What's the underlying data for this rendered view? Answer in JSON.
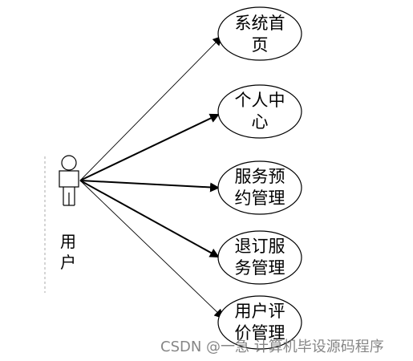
{
  "actor": {
    "label": "用户",
    "icon": "user-actor-icon"
  },
  "use_cases": [
    {
      "line1": "系统首",
      "line2": "页",
      "emphasis": false
    },
    {
      "line1": "个人中",
      "line2": "心",
      "emphasis": true
    },
    {
      "line1": "服务预",
      "line2": "约管理",
      "emphasis": true
    },
    {
      "line1": "退订服",
      "line2": "务管理",
      "emphasis": true
    },
    {
      "line1": "用户评",
      "line2": "价管理",
      "emphasis": false
    }
  ],
  "watermark": "CSDN @一急 计算机毕设源码程序",
  "colors": {
    "line": "#000000",
    "background": "#ffffff",
    "watermark": "#7a7a7a"
  }
}
